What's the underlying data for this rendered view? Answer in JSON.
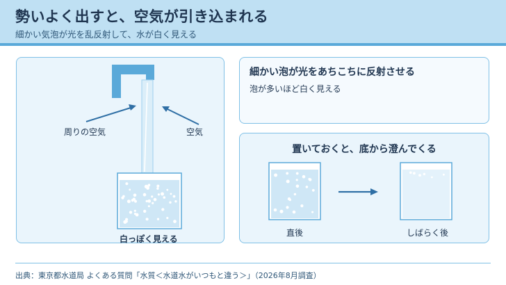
{
  "header": {
    "title": "勢いよく出すと、空気が引き込まれる",
    "subtitle": "細かい気泡が光を乱反射して、水が白く見える"
  },
  "left_panel": {
    "label_surrounding_air": "周りの空気",
    "label_air": "空気",
    "label_cloudy": "白っぽく見える"
  },
  "right_top": {
    "heading": "細かい泡が光をあちこちに反射させる",
    "text": "泡が多いほど白く見える"
  },
  "right_bottom": {
    "heading": "置いておくと、底から澄んでくる",
    "label_immediately": "直後",
    "label_after_while": "しばらく後"
  },
  "footer": {
    "source": "出典：東京都水道局 よくある質問「水質＜水道水がいつもと違う＞」（2026年8月調査）"
  },
  "colors": {
    "header_bg": "#bfe0f3",
    "accent": "#5aa9d9",
    "arrow": "#2f6fa5",
    "panel_bg": "#eaf5fc"
  }
}
